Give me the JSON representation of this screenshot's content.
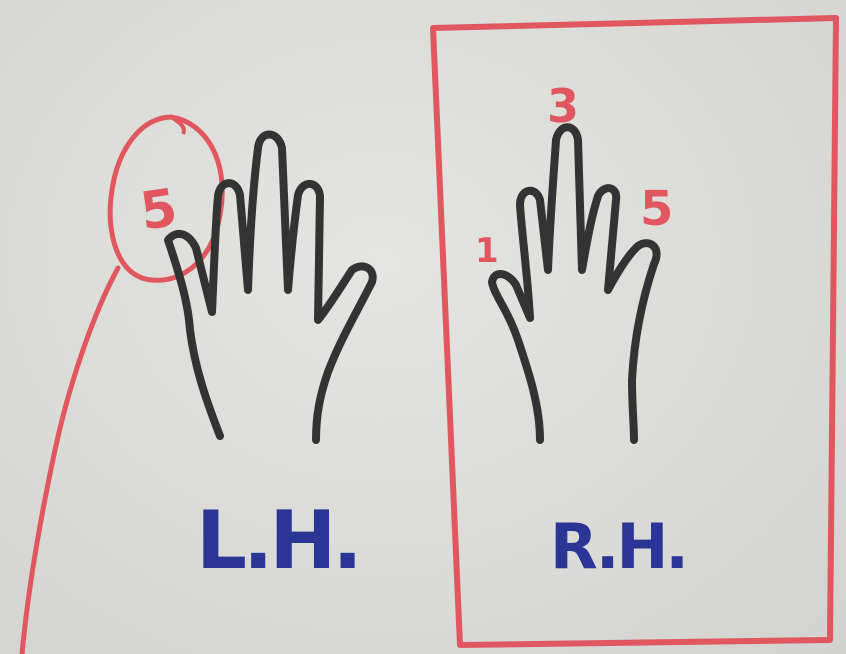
{
  "left_hand": {
    "label": "L.H.",
    "finger_number": "5"
  },
  "right_hand": {
    "label": "R.H.",
    "finger_numbers": {
      "thumb": "1",
      "middle": "3",
      "pinky": "5"
    }
  },
  "colors": {
    "hand_ink": "#333333",
    "marker_red": "#e0575f",
    "label_blue": "#2a3595",
    "paper": "#dcdcd8"
  }
}
